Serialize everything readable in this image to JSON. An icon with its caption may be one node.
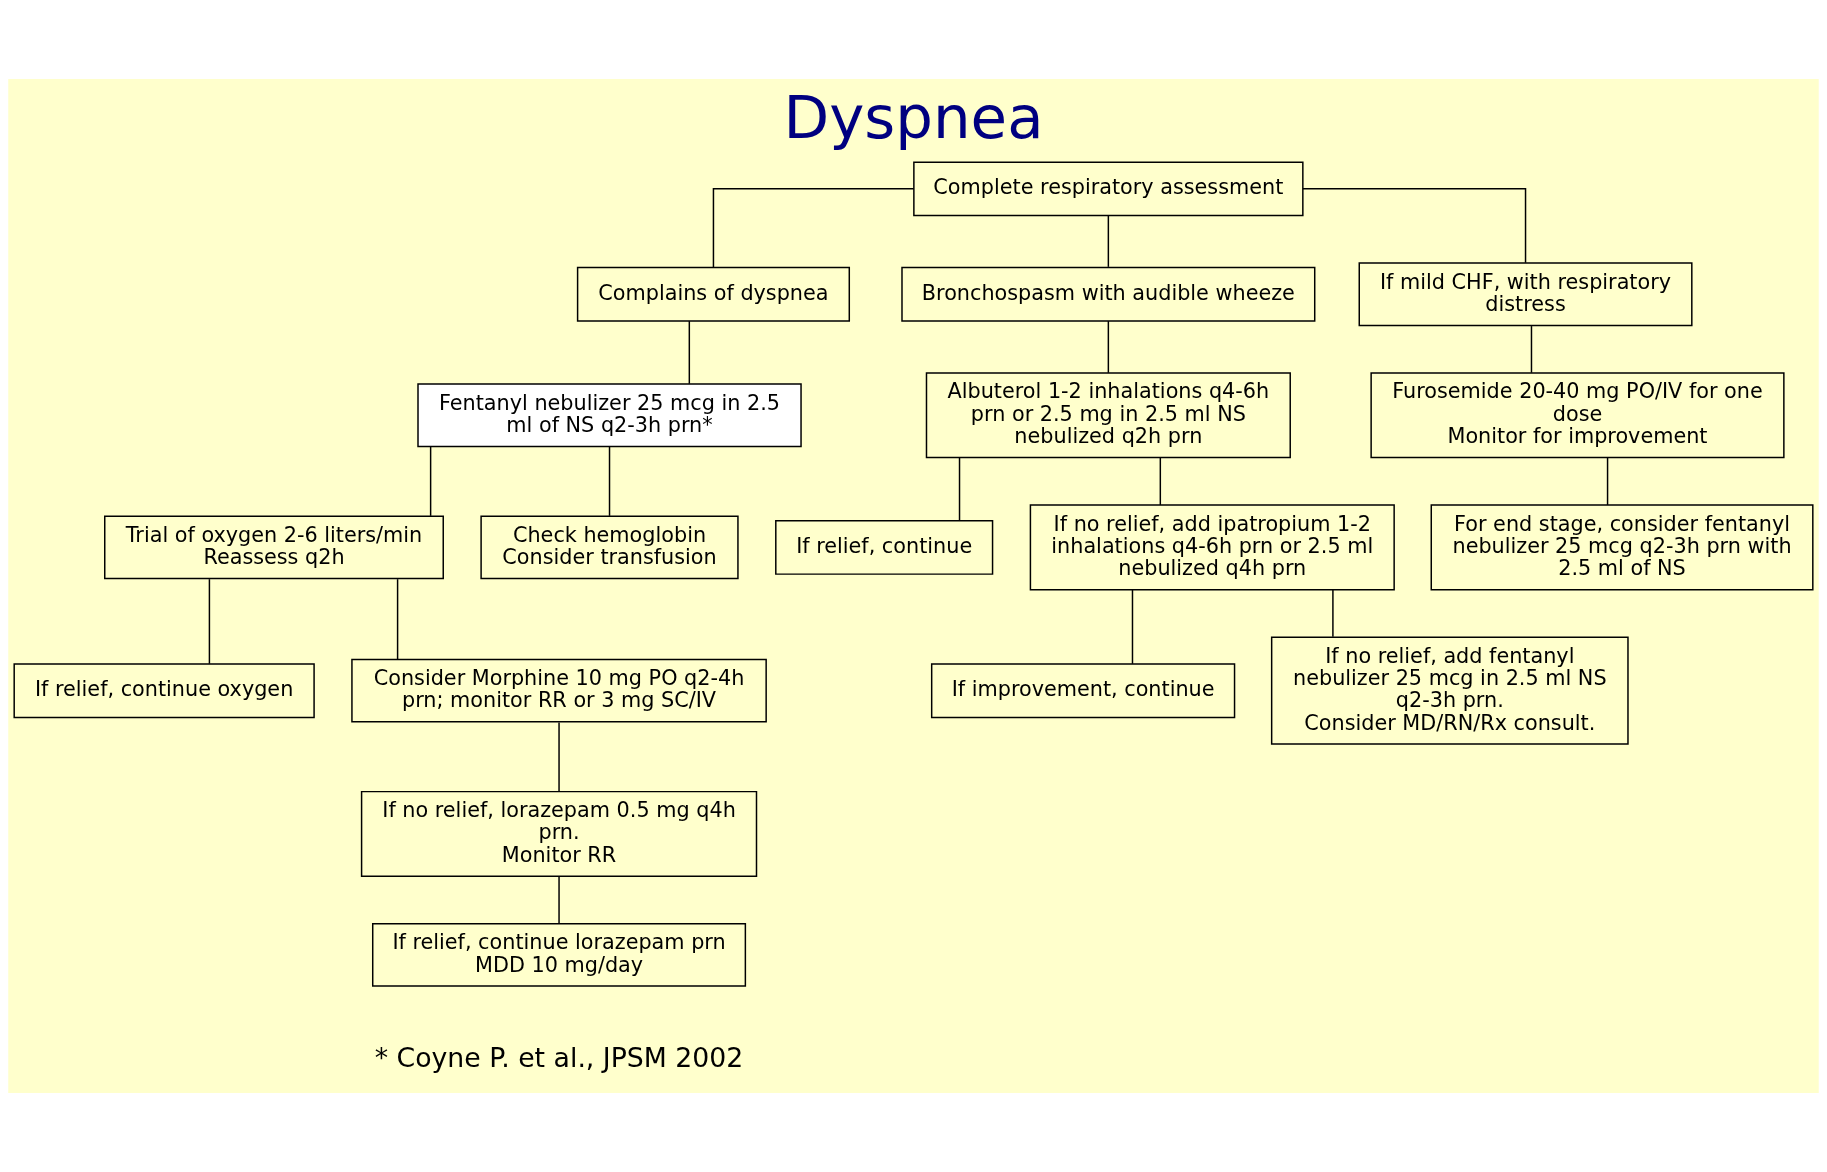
{
  "diagram": {
    "title": "Dyspnea",
    "nodes": [
      {
        "text": [
          "Complete respiratory assessment"
        ]
      },
      {
        "text": [
          "Complains of dyspnea"
        ]
      },
      {
        "text": [
          "Bronchospasm with audible wheeze"
        ]
      },
      {
        "text": [
          "If mild CHF, with respiratory distress"
        ]
      },
      {
        "text": [
          "Fentanyl nebulizer 25 mcg in 2.5 ml of NS q2-3h prn*"
        ]
      },
      {
        "text": [
          "Trial of oxygen 2-6 liters/min",
          "Reassess q2h"
        ]
      },
      {
        "text": [
          "Check hemoglobin",
          "Consider transfusion"
        ]
      },
      {
        "text": [
          "If relief, continue oxygen"
        ]
      },
      {
        "text": [
          "Consider Morphine 10 mg PO q2-4h prn; monitor RR or 3 mg SC/IV"
        ]
      },
      {
        "text": [
          "If no relief, lorazepam 0.5 mg q4h prn.",
          "Monitor RR"
        ]
      },
      {
        "text": [
          "If relief, continue lorazepam prn",
          "MDD 10 mg/day"
        ]
      },
      {
        "text": [
          "Albuterol 1-2 inhalations q4-6h prn or 2.5 mg in 2.5 ml NS nebulized q2h prn"
        ]
      },
      {
        "text": [
          "If relief, continue"
        ]
      },
      {
        "text": [
          "If no relief, add ipatropium 1-2 inhalations q4-6h prn or 2.5 ml nebulized q4h prn"
        ]
      },
      {
        "text": [
          "If improvement, continue"
        ]
      },
      {
        "text": [
          "If no relief, add fentanyl nebulizer 25 mcg in 2.5 ml NS q2-3h prn.",
          "Consider MD/RN/Rx consult."
        ]
      },
      {
        "text": [
          "Furosemide 20-40 mg PO/IV for one dose",
          "Monitor for improvement"
        ]
      },
      {
        "text": [
          "For end stage, consider fentanyl nebulizer 25 mcg q2-3h prn with 2.5 ml of NS"
        ]
      }
    ],
    "edges": [
      {
        "from": 0,
        "to": 1,
        "arrow": "none"
      },
      {
        "from": 0,
        "to": 2,
        "arrow": "none"
      },
      {
        "from": 0,
        "to": 3,
        "arrow": "none"
      },
      {
        "from": 1,
        "to": 4,
        "arrow": "none"
      },
      {
        "from": 4,
        "to": 5,
        "arrow": "none"
      },
      {
        "from": 4,
        "to": 6,
        "arrow": "none"
      },
      {
        "from": 5,
        "to": 7,
        "arrow": "none"
      },
      {
        "from": 5,
        "to": 8,
        "arrow": "none"
      },
      {
        "from": 8,
        "to": 9,
        "arrow": "none"
      },
      {
        "from": 9,
        "to": 10,
        "arrow": "none"
      },
      {
        "from": 2,
        "to": 11,
        "arrow": "none"
      },
      {
        "from": 11,
        "to": 12,
        "arrow": "none"
      },
      {
        "from": 11,
        "to": 13,
        "arrow": "none"
      },
      {
        "from": 13,
        "to": 14,
        "arrow": "none"
      },
      {
        "from": 13,
        "to": 15,
        "arrow": "none"
      },
      {
        "from": 3,
        "to": 16,
        "arrow": "none"
      },
      {
        "from": 16,
        "to": 17,
        "arrow": "none"
      }
    ],
    "labels": [
      "* Coyne P. et al., JPSM 2002"
    ]
  }
}
